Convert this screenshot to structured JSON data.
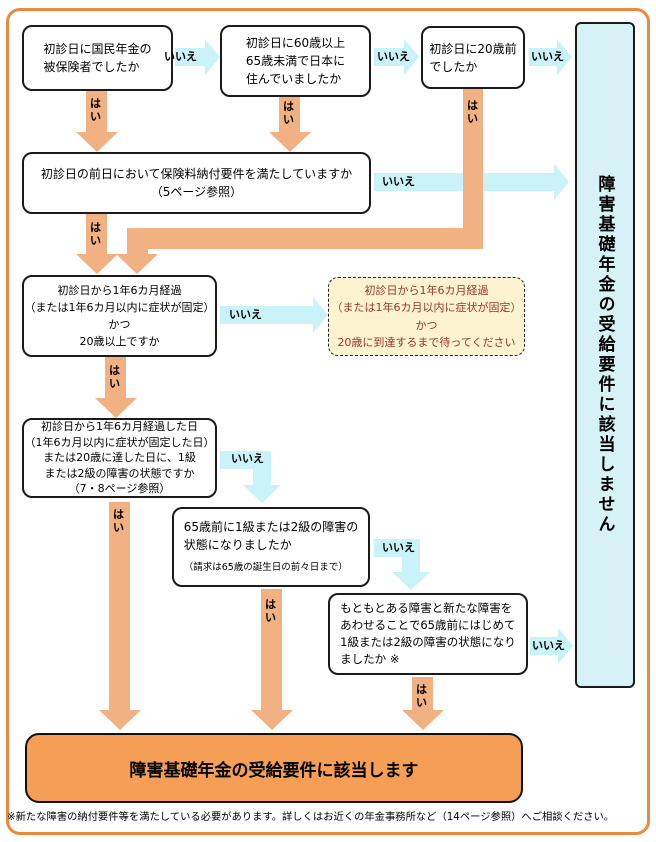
{
  "colors": {
    "frame_border": "#E98A3C",
    "arrow_orange": "#F2B183",
    "arrow_cyan": "#C9F3F8",
    "no_bar_fill": "#D6F2F6",
    "result_fill": "#F49F55",
    "wait_fill": "#FDF3D0",
    "wait_text": "#943634"
  },
  "labels": {
    "yes": "は\nい",
    "no": "いいえ"
  },
  "boxes": {
    "q1": "初診日に国民年金の\n被保険者でしたか",
    "q2": "初診日に60歳以上\n65歳未満で日本に\n住んでいましたか",
    "q3": "初診日に20歳前\nでしたか",
    "q4": "初診日の前日において保険料納付要件を満たしていますか\n（5ページ参照）",
    "q5": "初診日から1年6カ月経過\n（または1年6カ月以内に症状が固定）\nかつ\n20歳以上ですか",
    "wait": "初診日から1年6カ月経過\n（または1年6カ月以内に症状が固定）\nかつ\n20歳に到達するまで待ってください",
    "q6": "初診日から1年6カ月経過した日\n（1年6カ月以内に症状が固定した日）\nまたは20歳に達した日に、1級\nまたは2級の障害の状態ですか\n（7・8ページ参照）",
    "q7": "65歳前に1級または2級の障害の\n状態になりましたか",
    "q7_note": "（請求は65歳の誕生日の前々日まで）",
    "q8": "もともとある障害と新たな障害を\nあわせることで65歳前にはじめて\n1級または2級の障害の状態になり\nましたか ※",
    "not_eligible": "障害基礎年金の受給要件に該当しません",
    "eligible": "障害基礎年金の受給要件に該当します"
  },
  "footnote": "※新たな障害の納付要件等を満たしている必要があります。詳しくはお近くの年金事務所など（14ページ参照）へご相談ください。"
}
